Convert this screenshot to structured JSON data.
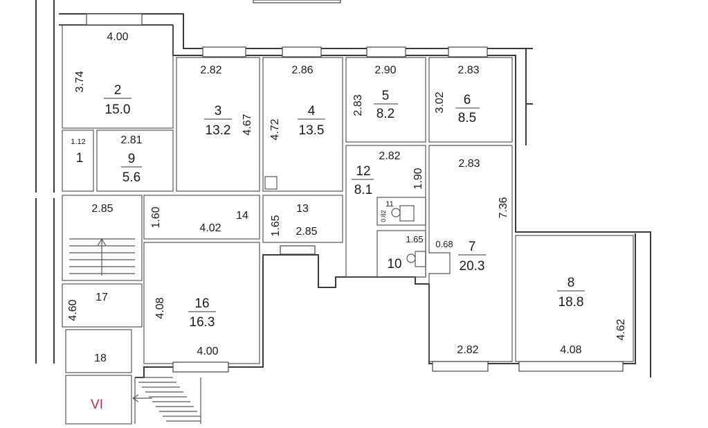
{
  "rooms": [
    {
      "id": "1",
      "number": "1",
      "width": "1.12"
    },
    {
      "id": "2",
      "number": "2",
      "area": "15.0",
      "width": "4.00",
      "length": "3.74"
    },
    {
      "id": "3",
      "number": "3",
      "area": "13.2",
      "width": "2.82",
      "length": "4.67"
    },
    {
      "id": "4",
      "number": "4",
      "area": "13.5",
      "width": "2.86",
      "length": "4.72"
    },
    {
      "id": "5",
      "number": "5",
      "area": "8.2",
      "width": "2.90",
      "length": "2.83"
    },
    {
      "id": "6",
      "number": "6",
      "area": "8.5",
      "width": "2.83",
      "length": "3.02"
    },
    {
      "id": "7",
      "number": "7",
      "area": "20.3",
      "width": "2.83",
      "length": "7.36",
      "bottom": "2.82",
      "notch": "0.68"
    },
    {
      "id": "8",
      "number": "8",
      "area": "18.8",
      "width": "4.08",
      "length": "4.62"
    },
    {
      "id": "9",
      "number": "9",
      "area": "5.6",
      "width": "2.81"
    },
    {
      "id": "10",
      "number": "10",
      "width": "1.65"
    },
    {
      "id": "11",
      "number": "11",
      "width": "0.82"
    },
    {
      "id": "12",
      "number": "12",
      "area": "8.1",
      "width": "2.82",
      "length": "1.90"
    },
    {
      "id": "13",
      "number": "13",
      "width": "2.85",
      "length": "1.65"
    },
    {
      "id": "14",
      "number": "14",
      "width": "4.02",
      "length": "1.60"
    },
    {
      "id": "16",
      "number": "16",
      "area": "16.3",
      "width": "4.00",
      "length": "4.08"
    },
    {
      "id": "17",
      "number": "17",
      "length": "4.60"
    },
    {
      "id": "18",
      "number": "18"
    }
  ],
  "stairwell": {
    "width": "2.85"
  },
  "section_label": "VI",
  "accent_color": "#b0304a"
}
